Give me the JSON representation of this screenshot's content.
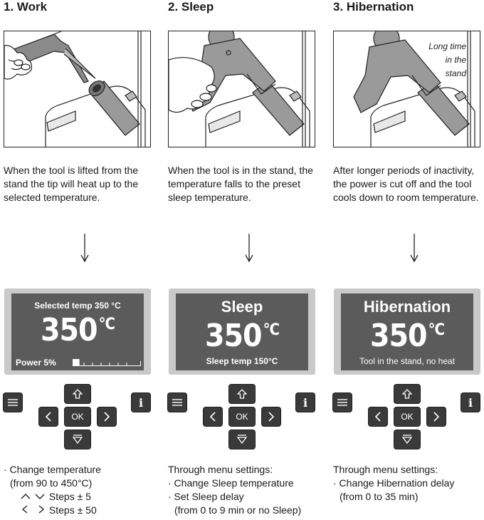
{
  "panels": [
    {
      "title": "1. Work",
      "caption": "",
      "description": "When the tool is lifted from the stand the tip will heat up to the selected temperature.",
      "screen": {
        "top": "Selected temp 350 °C",
        "big": "350",
        "unit": "°C",
        "bottom": "Power 5%",
        "power_fraction": 0.05
      },
      "notes": [
        "· Change temperature",
        "(from 90 to 450°C)",
        "Steps ± 5",
        "Steps ± 50"
      ]
    },
    {
      "title": "2. Sleep",
      "caption": "",
      "description": "When the tool is in the stand, the temperature falls to the preset sleep temperature.",
      "screen": {
        "top": "Sleep",
        "big": "350",
        "unit": "°C",
        "bottom": "Sleep temp 150°C"
      },
      "notes": [
        "Through menu settings:",
        "· Change Sleep temperature",
        "· Set Sleep delay",
        "(from 0 to 9 min or no Sleep)"
      ]
    },
    {
      "title": "3. Hibernation",
      "caption": "Long time\nin the\nstand",
      "description": "After longer periods of inactivity, the power is cut off and the tool cools down to room temperature.",
      "screen": {
        "top": "Hibernation",
        "big": "350",
        "unit": "°C",
        "bottom": "Tool in the stand, no heat"
      },
      "notes": [
        "Through menu settings:",
        "· Change Hibernation delay",
        "(from 0 to 35 min)"
      ]
    }
  ],
  "keypad": {
    "ok_label": "OK",
    "info_label": "i",
    "icons": [
      "menu-icon",
      "up-arrow-icon",
      "left-arrow-icon",
      "right-arrow-icon",
      "down-arrow-icon",
      "info-icon"
    ]
  },
  "colors": {
    "screen_bg": "#5b5b5b",
    "screen_frame": "#c9c9c9",
    "key_bg": "#3a3a3a"
  }
}
